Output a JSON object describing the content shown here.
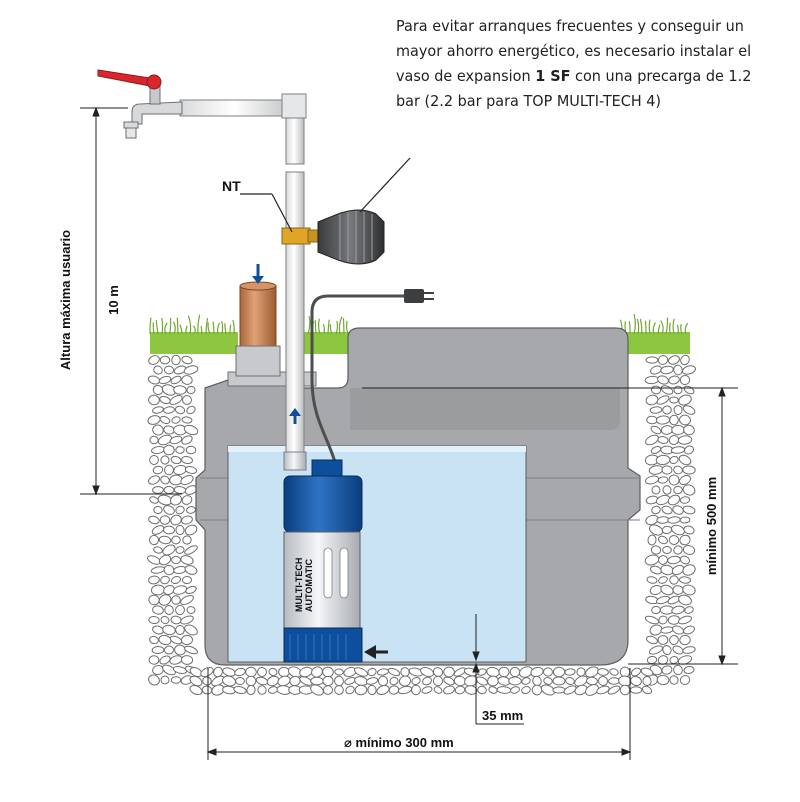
{
  "note": {
    "part1": "Para evitar arranques frecuentes y conseguir un mayor ahorro energético, es necesario instalar el vaso de expansion ",
    "highlight": "1 SF",
    "part2": " con una precarga de 1.2 bar (2.2 bar para TOP MULTI-TECH 4)"
  },
  "labels": {
    "nt": "NT",
    "height_axis": "Altura máxima usuario",
    "height_value": "10 m",
    "min_height": "mínimo 500 mm",
    "clearance": "35 mm",
    "diameter": "⌀ mínimo 300 mm",
    "pump_brand_line1": "MULTI-TECH",
    "pump_brand_line2": "AUTOMATIC"
  },
  "colors": {
    "water": "#c9e3f4",
    "tank": "#a9abae",
    "grass": "#8dc63f",
    "pump_blue": "#0d4f9c",
    "valve_red": "#d7262e",
    "brass": "#e0a526",
    "copper": "#c6834a"
  }
}
